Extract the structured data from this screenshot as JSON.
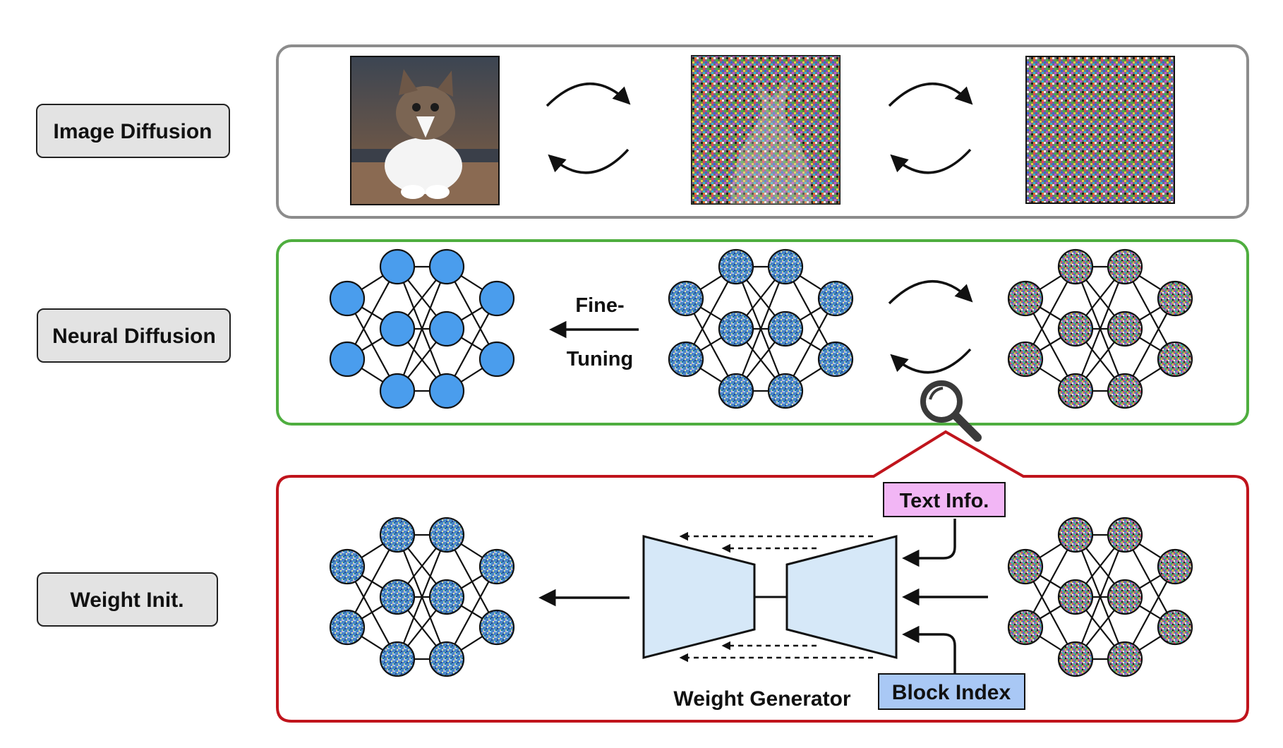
{
  "rows": {
    "image": {
      "label": "Image Diffusion"
    },
    "neural": {
      "label": "Neural Diffusion",
      "finetune_line1": "Fine-",
      "finetune_line2": "Tuning"
    },
    "weight": {
      "label": "Weight Init.",
      "generator_label": "Weight Generator",
      "text_info": "Text Info.",
      "block_index": "Block Index"
    }
  },
  "colors": {
    "image_frame": "#8c8c8c",
    "neural_frame": "#4fae3f",
    "weight_frame": "#c0141c",
    "node_blue": "#4a9ded",
    "generator_fill": "#d6e8f8",
    "text_info_fill": "#f2b6f5",
    "block_index_fill": "#a9c8f5",
    "label_box_fill": "#e3e3e3"
  },
  "icons": {
    "image_clean": "cat-photo",
    "image_partial_noise": "partially-noised-cat-photo",
    "image_full_noise": "pure-noise-image",
    "magnifier": "magnifying-glass-icon"
  }
}
